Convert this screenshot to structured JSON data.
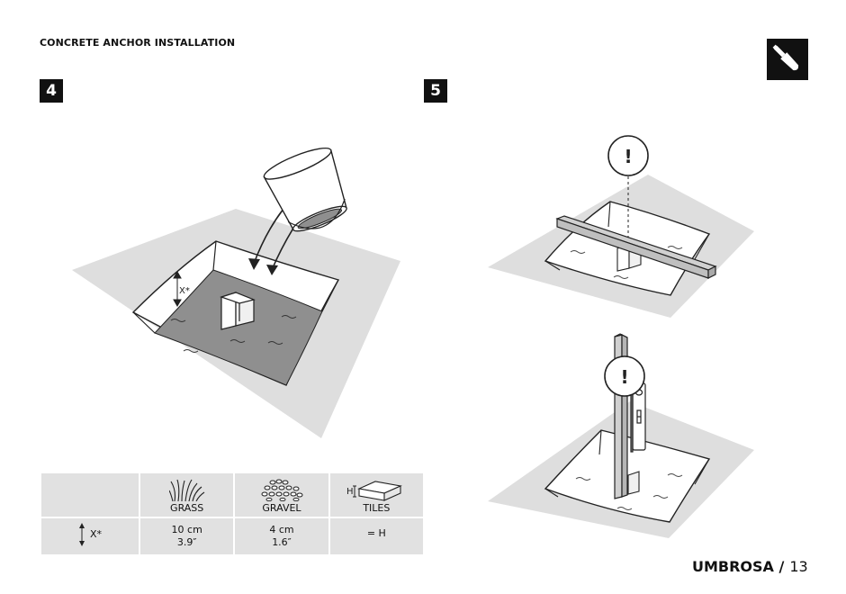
{
  "header": {
    "title": "CONCRETE ANCHOR INSTALLATION"
  },
  "steps": [
    {
      "number": "4"
    },
    {
      "number": "5"
    }
  ],
  "icons": {
    "tool": "screwdriver-icon",
    "caution": "exclamation-icon"
  },
  "illustration": {
    "depth_label": "X*",
    "caution_mark": "!"
  },
  "table": {
    "headers": [
      "GRASS",
      "GRAVEL",
      "TILES"
    ],
    "tiles_height_marker": "H",
    "row_label": "X*",
    "values": [
      {
        "metric": "10 cm",
        "imperial": "3.9″"
      },
      {
        "metric": "4 cm",
        "imperial": "1.6″"
      },
      {
        "metric": "= H",
        "imperial": ""
      }
    ]
  },
  "footer": {
    "brand": "UMBROSA /",
    "page": "13"
  }
}
